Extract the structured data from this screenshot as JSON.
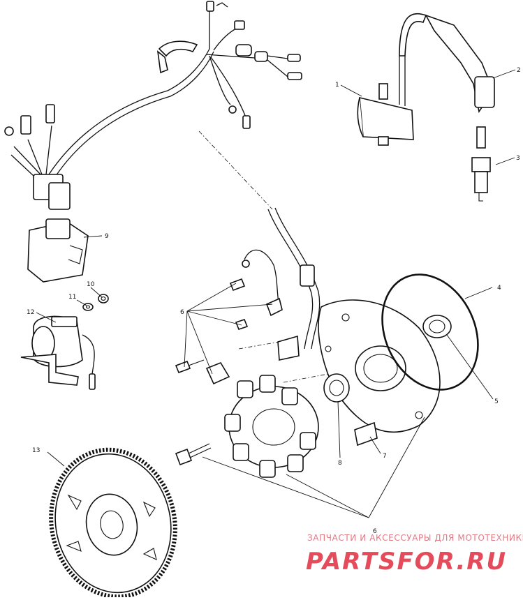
{
  "callouts": {
    "c1": "1",
    "c2": "2",
    "c3": "3",
    "c4": "4",
    "c5": "5",
    "c6a": "6",
    "c6b": "6",
    "c7": "7",
    "c8": "8",
    "c9": "9",
    "c10": "10",
    "c11": "11",
    "c12": "12",
    "c13": "13"
  },
  "watermark": {
    "tagline": "ЗАПЧАСТИ И АКСЕССУАРЫ ДЛЯ МОТОТЕХНИКИ",
    "brand": "PARTSFOR.RU"
  },
  "colors": {
    "line": "#111111",
    "watermark": "#e44c5c",
    "background": "#ffffff"
  }
}
